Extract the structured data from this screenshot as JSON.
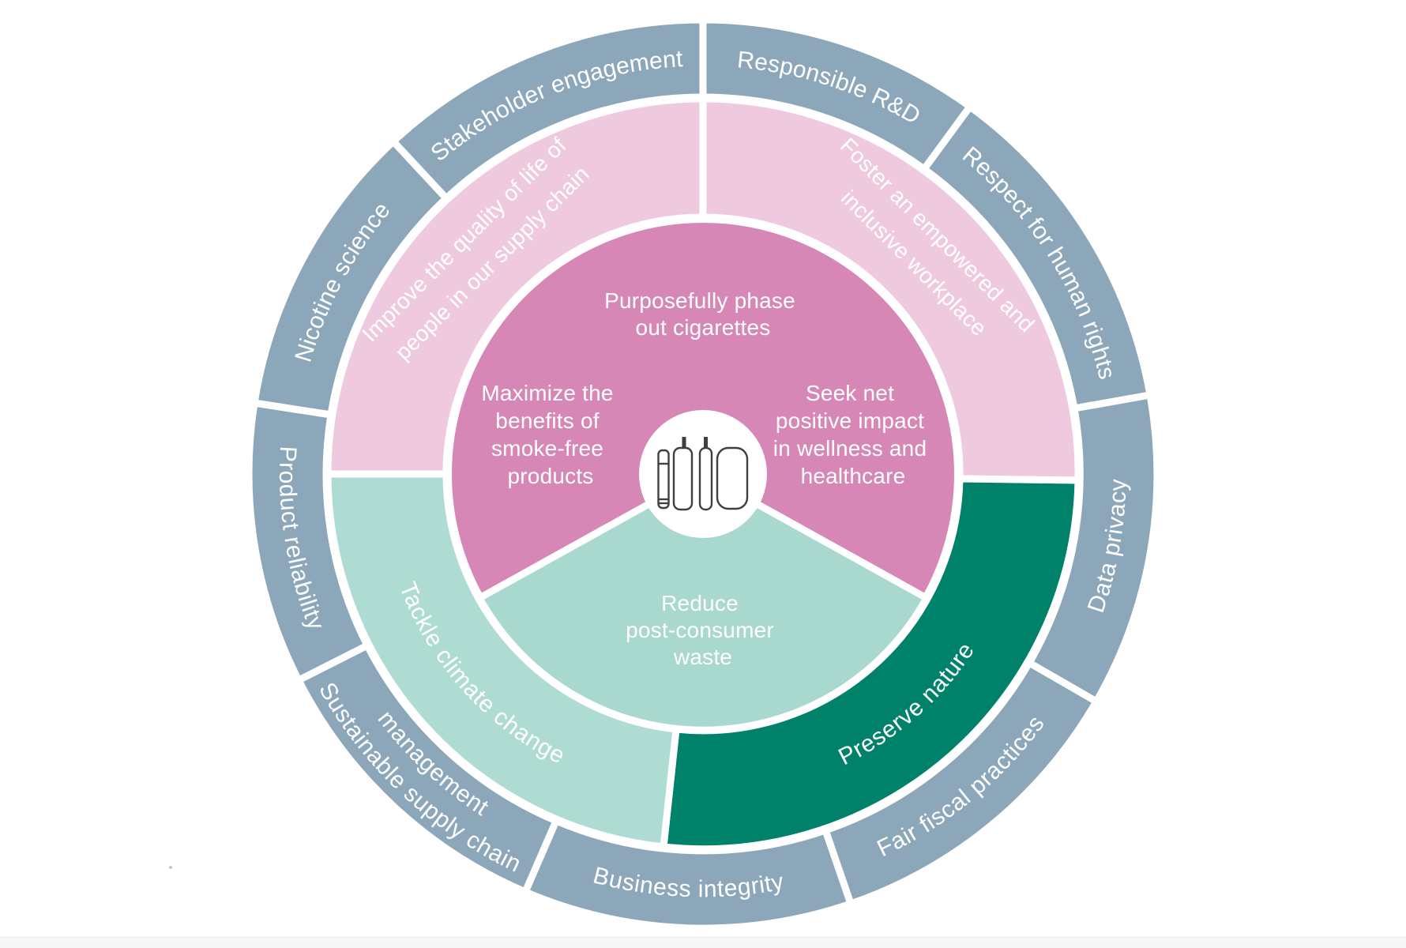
{
  "colors": {
    "outer_ring": "#8ca7ba",
    "middle_pink": "#efc9de",
    "middle_teal": "#aedcd3",
    "middle_green": "#00826a",
    "inner_pink": "#d687b5",
    "inner_wedge_teal": "#a9d8cf",
    "center_circle": "#ffffff",
    "label_text": "#ffffff",
    "icon_stroke": "#3f3f3f"
  },
  "outer_ring": {
    "responsible_rd": "Responsible R&D",
    "respect_human_rights": "Respect for human rights",
    "data_privacy": "Data privacy",
    "fair_fiscal": "Fair fiscal practices",
    "business_integrity": "Business integrity",
    "sustainable_supply_line1": "Sustainable supply chain",
    "sustainable_supply_line2": "management",
    "product_reliability": "Product reliability",
    "nicotine_science": "Nicotine science",
    "stakeholder_engagement": "Stakeholder engagement"
  },
  "middle_ring": {
    "improve_line1": "Improve the quality of life of",
    "improve_line2": "people in our supply chain",
    "foster_line1": "Foster an empowered and",
    "foster_line2": "inclusive workplace",
    "preserve_nature": "Preserve nature",
    "tackle_climate": "Tackle climate change"
  },
  "inner_circle": {
    "phase_out_line1": "Purposefully phase",
    "phase_out_line2": "out cigarettes",
    "maximize_line1": "Maximize the",
    "maximize_line2": "benefits of",
    "maximize_line3": "smoke-free",
    "maximize_line4": "products",
    "seek_line1": "Seek net",
    "seek_line2": "positive impact",
    "seek_line3": "in wellness and",
    "seek_line4": "healthcare",
    "reduce_line1": "Reduce",
    "reduce_line2": "post-consumer",
    "reduce_line3": "waste"
  },
  "icons": {
    "center": [
      "cigarette-icon",
      "heated-tobacco-device-icon",
      "vape-pen-icon",
      "pouch-device-icon"
    ]
  }
}
